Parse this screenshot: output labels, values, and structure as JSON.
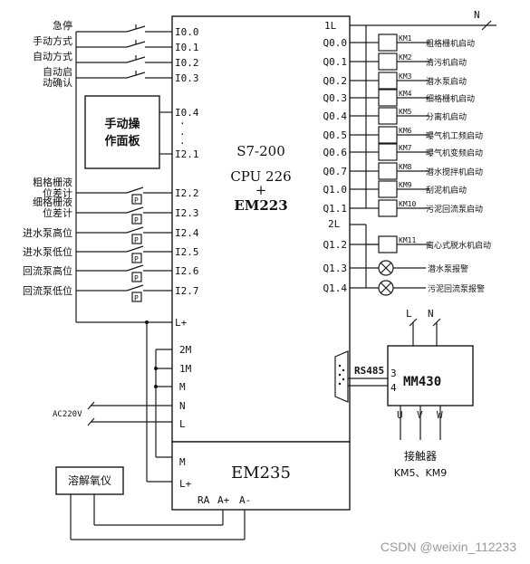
{
  "plc": {
    "model": "S7-200",
    "cpu": "CPU 226",
    "plus": "+",
    "expansion": "EM223",
    "l1": "1L",
    "l2": "2L",
    "lplus": "L+",
    "m2": "2M",
    "m1": "1M",
    "m": "M",
    "n": "N",
    "l": "L"
  },
  "inputs": [
    {
      "label": "急停",
      "addr": "I0.0"
    },
    {
      "label": "手动方式",
      "addr": "I0.1"
    },
    {
      "label": "自动方式",
      "addr": "I0.2"
    },
    {
      "label": "自动启\n动确认",
      "addr": "I0.3"
    }
  ],
  "manual_panel": {
    "label": "手动操\n作面板",
    "addr_top": "I0.4",
    "addr_bottom": "I2.1"
  },
  "sensor_inputs": [
    {
      "label": "粗格栅液\n位差计",
      "addr": "I2.2"
    },
    {
      "label": "细格栅液\n位差计",
      "addr": "I2.3"
    },
    {
      "label": "进水泵高位",
      "addr": "I2.4"
    },
    {
      "label": "进水泵低位",
      "addr": "I2.5"
    },
    {
      "label": "回流泵高位",
      "addr": "I2.6"
    },
    {
      "label": "回流泵低位",
      "addr": "I2.7"
    }
  ],
  "outputs": [
    {
      "addr": "Q0.0",
      "coil": "KM1",
      "label": "粗格栅机启动"
    },
    {
      "addr": "Q0.1",
      "coil": "KM2",
      "label": "清污机启动"
    },
    {
      "addr": "Q0.2",
      "coil": "KM3",
      "label": "潜水泵启动"
    },
    {
      "addr": "Q0.3",
      "coil": "KM4",
      "label": "细格栅机启动"
    },
    {
      "addr": "Q0.4",
      "coil": "KM5",
      "label": "分离机启动"
    },
    {
      "addr": "Q0.5",
      "coil": "KM6",
      "label": "曝气机工频启动"
    },
    {
      "addr": "Q0.6",
      "coil": "KM7",
      "label": "曝气机变频启动"
    },
    {
      "addr": "Q0.7",
      "coil": "KM8",
      "label": "潜水搅拌机启动"
    },
    {
      "addr": "Q1.0",
      "coil": "KM9",
      "label": "刮泥机启动"
    },
    {
      "addr": "Q1.1",
      "coil": "KM10",
      "label": "污泥回流泵启动"
    },
    {
      "addr": "Q1.2",
      "coil": "KM11",
      "label": "离心式脱水机启动"
    }
  ],
  "alarms": [
    {
      "addr": "Q1.3",
      "label": "潜水泵报警"
    },
    {
      "addr": "Q1.4",
      "label": "污泥回流泵报警"
    }
  ],
  "neutral": "N",
  "power_supply": "AC220V",
  "ac_n": "N",
  "ac_l": "L",
  "rs485": "RS485",
  "mm430": {
    "title": "MM430",
    "pin3": "3",
    "pin4": "4",
    "l": "L",
    "n": "N",
    "u": "U",
    "v": "V",
    "w": "W"
  },
  "contactor": {
    "title": "接触器",
    "sub": "KM5、KM9"
  },
  "em235": {
    "title": "EM235",
    "m": "M",
    "lplus": "L+",
    "ra": "RA",
    "aplus": "A+",
    "aminus": "A-"
  },
  "sensor": "溶解氧仪",
  "watermark": "CSDN @weixin_112233"
}
